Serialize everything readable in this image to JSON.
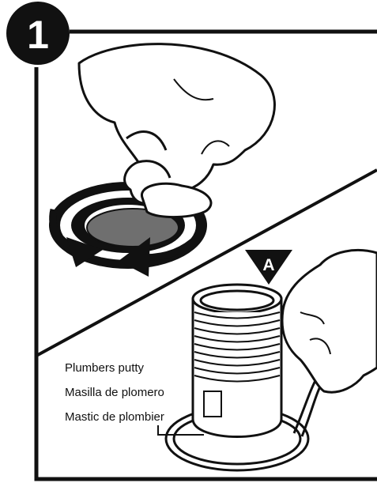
{
  "step": {
    "number": "1"
  },
  "callout": {
    "letter": "A"
  },
  "labels": [
    {
      "text": "Plumbers putty"
    },
    {
      "text": "Masilla de plomero"
    },
    {
      "text": "Mastic de plombier"
    }
  ],
  "colors": {
    "ink": "#111111",
    "drain_opening": "#6f6f6f",
    "paper": "#ffffff"
  }
}
